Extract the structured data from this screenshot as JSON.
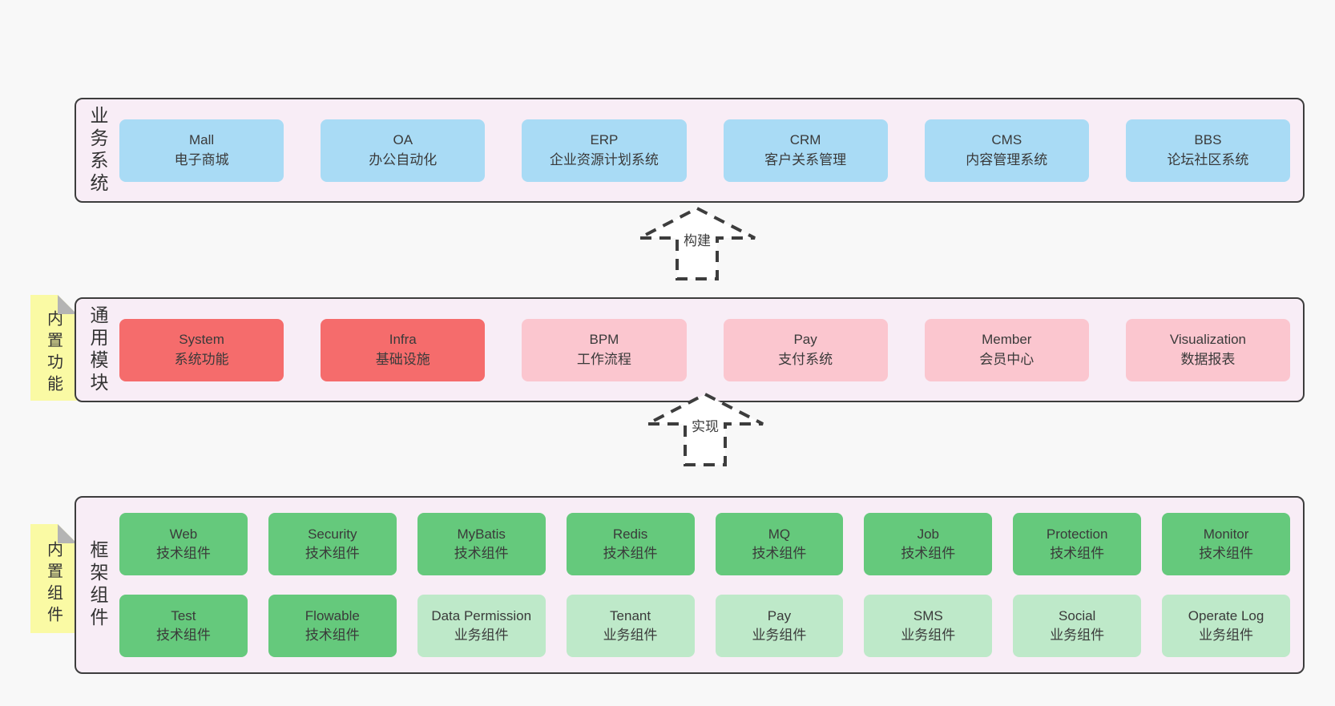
{
  "palette": {
    "page_bg": "#f8f8f8",
    "layer_bg": "#f8edf6",
    "layer_border": "#3d3d3d",
    "blue": "#a9dbf5",
    "red": "#f56c6c",
    "pink": "#fbc6cf",
    "green": "#65c97c",
    "light_green": "#bee9c9",
    "note_yellow": "#fafaa4",
    "note_fold_gray": "#b4b4b4",
    "text": "#3a3a3a"
  },
  "arrows": [
    {
      "label": "构建"
    },
    {
      "label": "实现"
    }
  ],
  "layers": [
    {
      "side_label": "业务系统",
      "rows": [
        [
          {
            "en": "Mall",
            "zh": "电子商城",
            "color": "blue"
          },
          {
            "en": "OA",
            "zh": "办公自动化",
            "color": "blue"
          },
          {
            "en": "ERP",
            "zh": "企业资源计划系统",
            "color": "blue"
          },
          {
            "en": "CRM",
            "zh": "客户关系管理",
            "color": "blue"
          },
          {
            "en": "CMS",
            "zh": "内容管理系统",
            "color": "blue"
          },
          {
            "en": "BBS",
            "zh": "论坛社区系统",
            "color": "blue"
          }
        ]
      ]
    },
    {
      "side_label": "通用模块",
      "note": "内置功能",
      "rows": [
        [
          {
            "en": "System",
            "zh": "系统功能",
            "color": "red"
          },
          {
            "en": "Infra",
            "zh": "基础设施",
            "color": "red"
          },
          {
            "en": "BPM",
            "zh": "工作流程",
            "color": "pink"
          },
          {
            "en": "Pay",
            "zh": "支付系统",
            "color": "pink"
          },
          {
            "en": "Member",
            "zh": "会员中心",
            "color": "pink"
          },
          {
            "en": "Visualization",
            "zh": "数据报表",
            "color": "pink"
          }
        ]
      ]
    },
    {
      "side_label": "框架组件",
      "note": "内置组件",
      "rows": [
        [
          {
            "en": "Web",
            "zh": "技术组件",
            "color": "green"
          },
          {
            "en": "Security",
            "zh": "技术组件",
            "color": "green"
          },
          {
            "en": "MyBatis",
            "zh": "技术组件",
            "color": "green"
          },
          {
            "en": "Redis",
            "zh": "技术组件",
            "color": "green"
          },
          {
            "en": "MQ",
            "zh": "技术组件",
            "color": "green"
          },
          {
            "en": "Job",
            "zh": "技术组件",
            "color": "green"
          },
          {
            "en": "Protection",
            "zh": "技术组件",
            "color": "green"
          },
          {
            "en": "Monitor",
            "zh": "技术组件",
            "color": "green"
          }
        ],
        [
          {
            "en": "Test",
            "zh": "技术组件",
            "color": "green"
          },
          {
            "en": "Flowable",
            "zh": "技术组件",
            "color": "green"
          },
          {
            "en": "Data Permission",
            "zh": "业务组件",
            "color": "light_green"
          },
          {
            "en": "Tenant",
            "zh": "业务组件",
            "color": "light_green"
          },
          {
            "en": "Pay",
            "zh": "业务组件",
            "color": "light_green"
          },
          {
            "en": "SMS",
            "zh": "业务组件",
            "color": "light_green"
          },
          {
            "en": "Social",
            "zh": "业务组件",
            "color": "light_green"
          },
          {
            "en": "Operate Log",
            "zh": "业务组件",
            "color": "light_green"
          }
        ]
      ]
    }
  ]
}
